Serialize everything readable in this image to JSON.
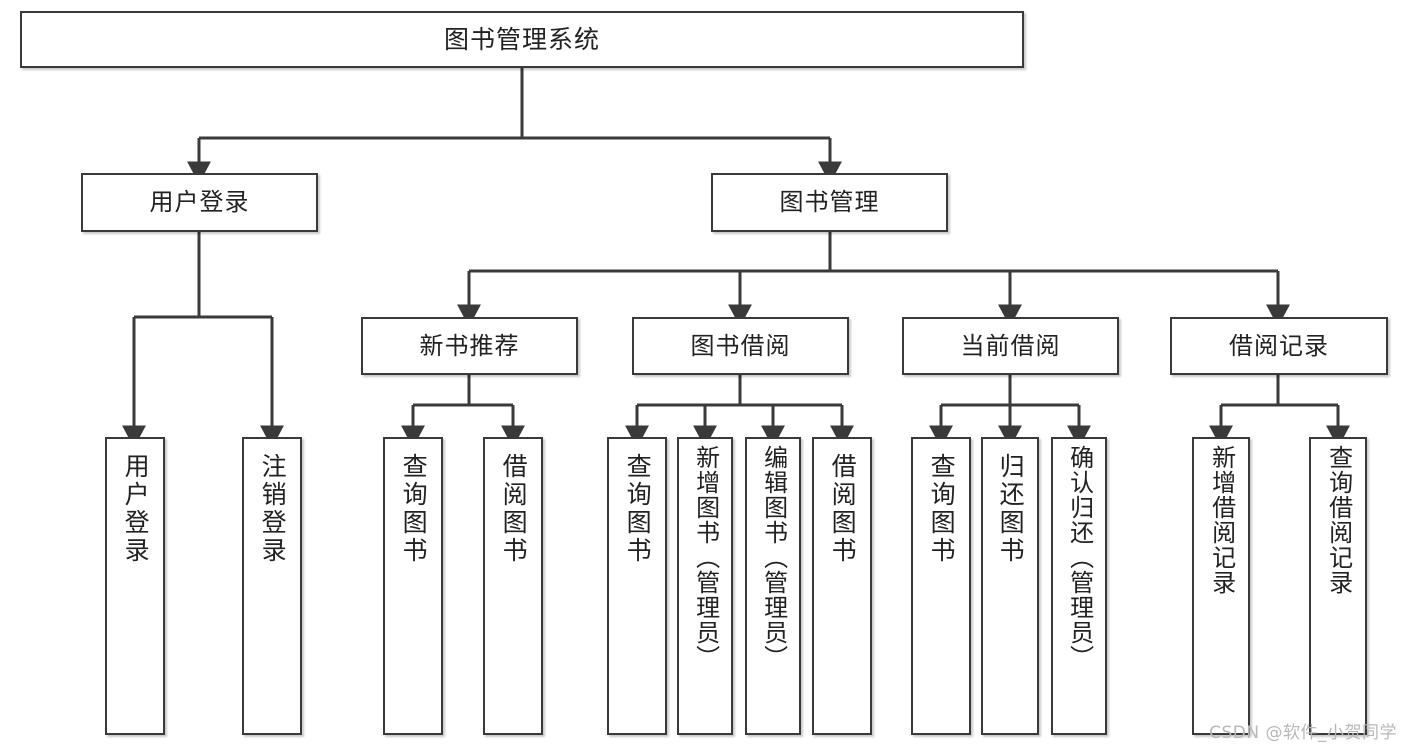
{
  "diagram": {
    "type": "tree",
    "title": "图书管理系统",
    "root": {
      "id": "root",
      "label": "图书管理系统"
    },
    "level2": [
      {
        "id": "user-login",
        "label": "用户登录"
      },
      {
        "id": "book-manage",
        "label": "图书管理"
      }
    ],
    "level3": [
      {
        "id": "new-book-rec",
        "label": "新书推荐",
        "parent": "book-manage"
      },
      {
        "id": "book-borrow",
        "label": "图书借阅",
        "parent": "book-manage"
      },
      {
        "id": "current-borrow",
        "label": "当前借阅",
        "parent": "book-manage"
      },
      {
        "id": "borrow-record",
        "label": "借阅记录",
        "parent": "book-manage"
      }
    ],
    "leaves": [
      {
        "id": "leaf-user-login",
        "label": "用户登录",
        "parent": "user-login"
      },
      {
        "id": "leaf-user-logout",
        "label": "注销登录",
        "parent": "user-login"
      },
      {
        "id": "leaf-query-book-1",
        "label": "查询图书",
        "parent": "new-book-rec"
      },
      {
        "id": "leaf-borrow-book-1",
        "label": "借阅图书",
        "parent": "new-book-rec"
      },
      {
        "id": "leaf-query-book-2",
        "label": "查询图书",
        "parent": "book-borrow"
      },
      {
        "id": "leaf-add-book",
        "label": "新增图书（管理员）",
        "parent": "book-borrow"
      },
      {
        "id": "leaf-edit-book",
        "label": "编辑图书（管理员）",
        "parent": "book-borrow"
      },
      {
        "id": "leaf-borrow-book-2",
        "label": "借阅图书",
        "parent": "book-borrow"
      },
      {
        "id": "leaf-query-book-3",
        "label": "查询图书",
        "parent": "current-borrow"
      },
      {
        "id": "leaf-return-book",
        "label": "归还图书",
        "parent": "current-borrow"
      },
      {
        "id": "leaf-confirm-return",
        "label": "确认归还（管理员）",
        "parent": "current-borrow"
      },
      {
        "id": "leaf-add-record",
        "label": "新增借阅记录",
        "parent": "borrow-record"
      },
      {
        "id": "leaf-query-record",
        "label": "查询借阅记录",
        "parent": "borrow-record"
      }
    ],
    "colors": {
      "stroke": "#3a3a3a",
      "fill": "#ffffff",
      "text": "#222222",
      "watermark": "#b8b8b8"
    }
  },
  "watermark": {
    "text": "CSDN @软件_小贺同学"
  }
}
